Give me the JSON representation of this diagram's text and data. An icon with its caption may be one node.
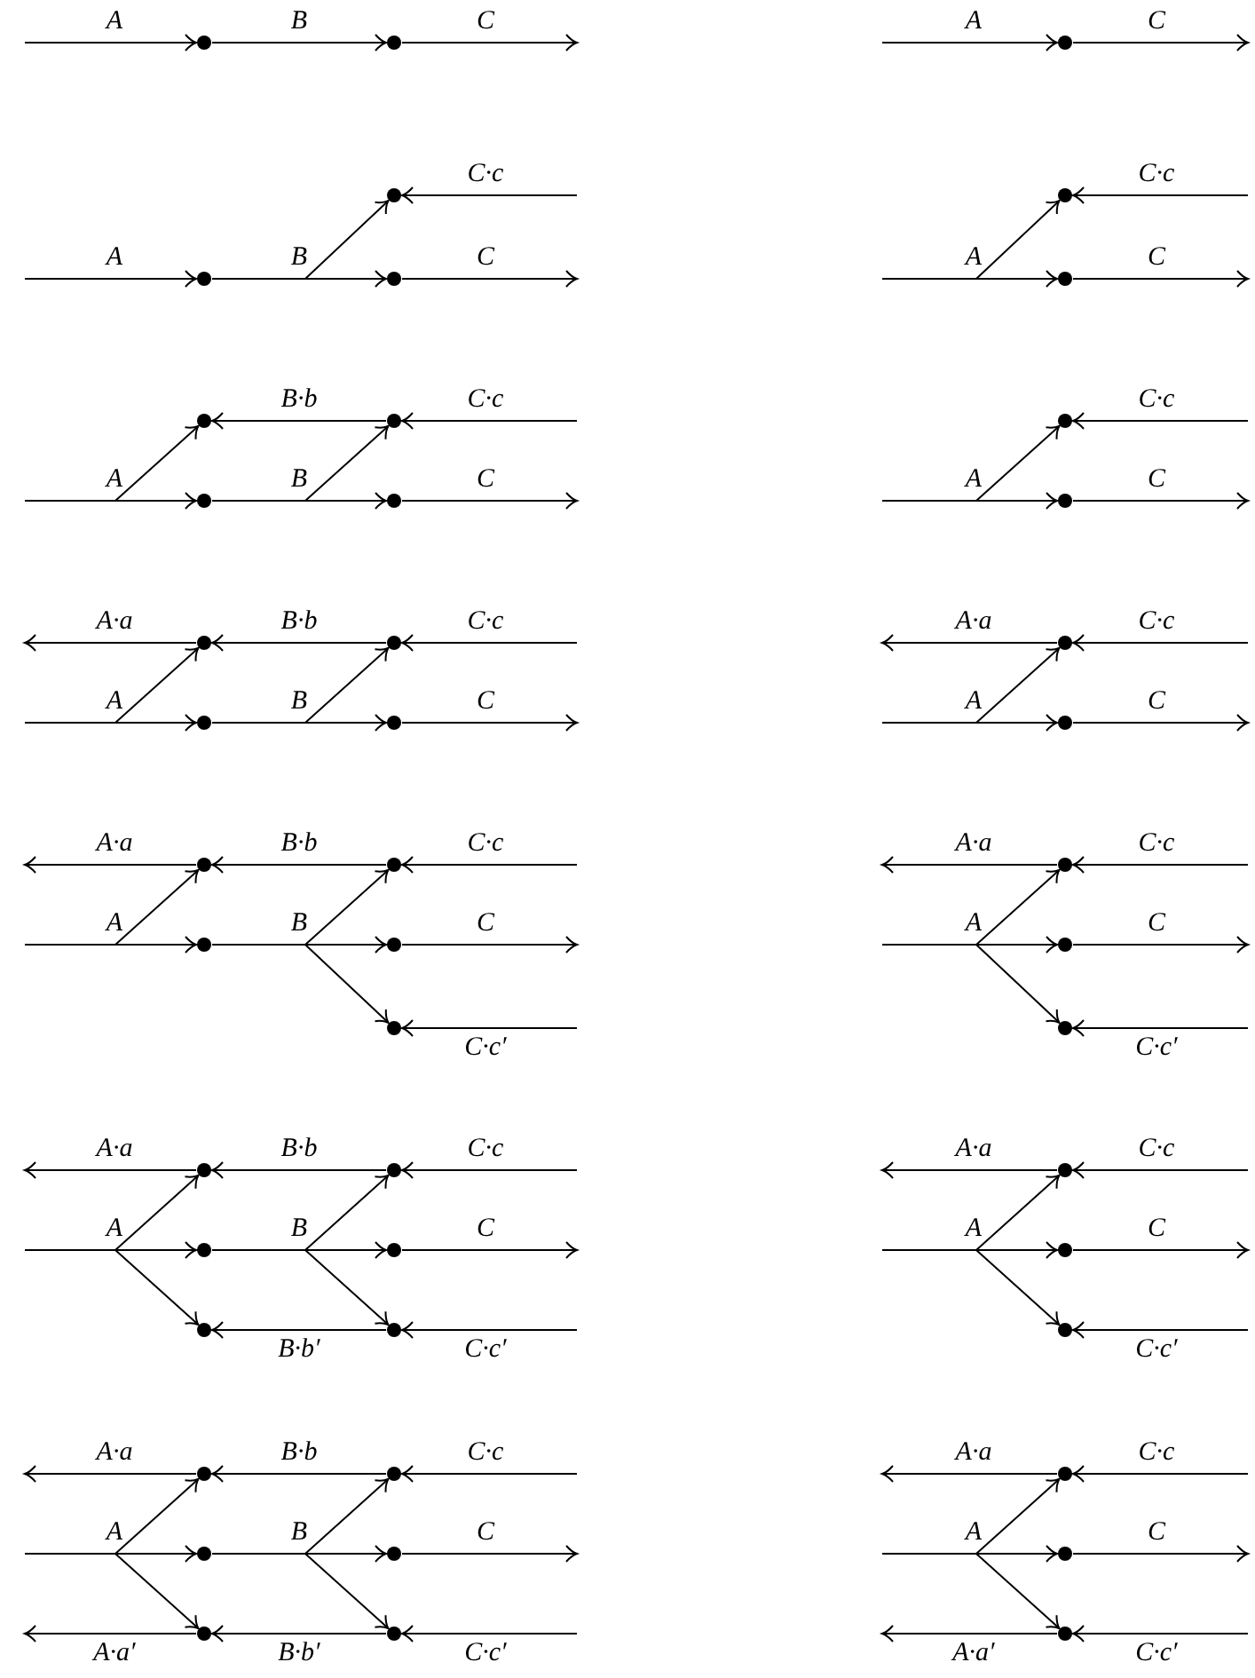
{
  "diagram": {
    "nodes": [
      {
        "text": [],
        "shape": "circle"
      },
      {
        "text": [],
        "shape": "circle"
      },
      {
        "text": [],
        "shape": "circle"
      },
      {
        "text": [],
        "shape": "circle"
      },
      {
        "text": [],
        "shape": "circle"
      },
      {
        "text": [],
        "shape": "circle"
      },
      {
        "text": [],
        "shape": "circle"
      },
      {
        "text": [],
        "shape": "circle"
      },
      {
        "text": [],
        "shape": "circle"
      },
      {
        "text": [],
        "shape": "circle"
      },
      {
        "text": [],
        "shape": "circle"
      },
      {
        "text": [],
        "shape": "circle"
      },
      {
        "text": [],
        "shape": "circle"
      },
      {
        "text": [],
        "shape": "circle"
      },
      {
        "text": [],
        "shape": "circle"
      },
      {
        "text": [],
        "shape": "circle"
      },
      {
        "text": [],
        "shape": "circle"
      },
      {
        "text": [],
        "shape": "circle"
      },
      {
        "text": [],
        "shape": "circle"
      },
      {
        "text": [],
        "shape": "circle"
      },
      {
        "text": [],
        "shape": "circle"
      },
      {
        "text": [],
        "shape": "circle"
      },
      {
        "text": [],
        "shape": "circle"
      },
      {
        "text": [],
        "shape": "circle"
      },
      {
        "text": [],
        "shape": "circle"
      },
      {
        "text": [],
        "shape": "circle"
      },
      {
        "text": [],
        "shape": "circle"
      },
      {
        "text": [],
        "shape": "circle"
      },
      {
        "text": [],
        "shape": "circle"
      },
      {
        "text": [],
        "shape": "circle"
      },
      {
        "text": [],
        "shape": "circle"
      },
      {
        "text": [],
        "shape": "circle"
      },
      {
        "text": [],
        "shape": "circle"
      },
      {
        "text": [],
        "shape": "circle"
      },
      {
        "text": [],
        "shape": "circle"
      },
      {
        "text": [],
        "shape": "circle"
      },
      {
        "text": [],
        "shape": "circle"
      },
      {
        "text": [],
        "shape": "circle"
      },
      {
        "text": [],
        "shape": "circle"
      },
      {
        "text": [],
        "shape": "circle"
      },
      {
        "text": [],
        "shape": "circle"
      },
      {
        "text": [],
        "shape": "circle"
      },
      {
        "text": [],
        "shape": "circle"
      },
      {
        "text": [],
        "shape": "circle"
      },
      {
        "text": [],
        "shape": "circle"
      },
      {
        "text": [],
        "shape": "circle"
      }
    ],
    "edges": [
      {
        "from": null,
        "to": 0,
        "arrow": "to",
        "label": "A"
      },
      {
        "from": 0,
        "to": 1,
        "arrow": "to",
        "label": "B"
      },
      {
        "from": 1,
        "to": null,
        "arrow": "to",
        "label": "C"
      },
      {
        "from": null,
        "to": 2,
        "arrow": "to",
        "label": "A"
      },
      {
        "from": 2,
        "to": null,
        "arrow": "to",
        "label": "C"
      },
      {
        "from": null,
        "to": 4,
        "arrow": "to",
        "label": "A"
      },
      {
        "from": 4,
        "to": 5,
        "arrow": "to",
        "label": "B"
      },
      {
        "from": 4,
        "to": 3,
        "arrow": "to"
      },
      {
        "from": null,
        "to": 3,
        "arrow": "to",
        "label": "C·c"
      },
      {
        "from": 5,
        "to": null,
        "arrow": "to",
        "label": "C"
      },
      {
        "from": null,
        "to": 7,
        "arrow": "to",
        "label": "A"
      },
      {
        "from": null,
        "to": 6,
        "arrow": "to"
      },
      {
        "from": null,
        "to": 6,
        "arrow": "to",
        "label": "C·c"
      },
      {
        "from": 7,
        "to": null,
        "arrow": "to",
        "label": "C"
      },
      {
        "from": null,
        "to": 10,
        "arrow": "to",
        "label": "A"
      },
      {
        "from": null,
        "to": 8,
        "arrow": "to"
      },
      {
        "from": 9,
        "to": 8,
        "arrow": "to",
        "label": "B·b"
      },
      {
        "from": 10,
        "to": 11,
        "arrow": "to",
        "label": "B"
      },
      {
        "from": 10,
        "to": 9,
        "arrow": "to"
      },
      {
        "from": null,
        "to": 9,
        "arrow": "to",
        "label": "C·c"
      },
      {
        "from": 11,
        "to": null,
        "arrow": "to",
        "label": "C"
      },
      {
        "from": null,
        "to": 13,
        "arrow": "to",
        "label": "A"
      },
      {
        "from": null,
        "to": 12,
        "arrow": "to"
      },
      {
        "from": null,
        "to": 12,
        "arrow": "to",
        "label": "C·c"
      },
      {
        "from": 13,
        "to": null,
        "arrow": "to",
        "label": "C"
      },
      {
        "from": 14,
        "to": null,
        "arrow": "to",
        "label": "A·a"
      },
      {
        "from": null,
        "to": 16,
        "arrow": "to",
        "label": "A"
      },
      {
        "from": null,
        "to": 14,
        "arrow": "to"
      },
      {
        "from": 15,
        "to": 14,
        "arrow": "to",
        "label": "B·b"
      },
      {
        "from": 16,
        "to": 17,
        "arrow": "to",
        "label": "B"
      },
      {
        "from": 16,
        "to": 15,
        "arrow": "to"
      },
      {
        "from": null,
        "to": 15,
        "arrow": "to",
        "label": "C·c"
      },
      {
        "from": 17,
        "to": null,
        "arrow": "to",
        "label": "C"
      },
      {
        "from": 18,
        "to": null,
        "arrow": "to",
        "label": "A·a"
      },
      {
        "from": null,
        "to": 19,
        "arrow": "to",
        "label": "A"
      },
      {
        "from": null,
        "to": 18,
        "arrow": "to"
      },
      {
        "from": null,
        "to": 18,
        "arrow": "to",
        "label": "C·c"
      },
      {
        "from": 19,
        "to": null,
        "arrow": "to",
        "label": "C"
      },
      {
        "from": 20,
        "to": null,
        "arrow": "to",
        "label": "A·a"
      },
      {
        "from": null,
        "to": 22,
        "arrow": "to",
        "label": "A"
      },
      {
        "from": null,
        "to": 20,
        "arrow": "to"
      },
      {
        "from": 21,
        "to": 20,
        "arrow": "to",
        "label": "B·b"
      },
      {
        "from": 22,
        "to": 23,
        "arrow": "to",
        "label": "B"
      },
      {
        "from": 22,
        "to": 21,
        "arrow": "to"
      },
      {
        "from": 22,
        "to": 24,
        "arrow": "to"
      },
      {
        "from": null,
        "to": 21,
        "arrow": "to",
        "label": "C·c"
      },
      {
        "from": 23,
        "to": null,
        "arrow": "to",
        "label": "C"
      },
      {
        "from": null,
        "to": 24,
        "arrow": "to",
        "label": "C·c′"
      },
      {
        "from": 25,
        "to": null,
        "arrow": "to",
        "label": "A·a"
      },
      {
        "from": null,
        "to": 26,
        "arrow": "to",
        "label": "A"
      },
      {
        "from": null,
        "to": 25,
        "arrow": "to"
      },
      {
        "from": null,
        "to": 27,
        "arrow": "to"
      },
      {
        "from": null,
        "to": 25,
        "arrow": "to",
        "label": "C·c"
      },
      {
        "from": 26,
        "to": null,
        "arrow": "to",
        "label": "C"
      },
      {
        "from": null,
        "to": 27,
        "arrow": "to",
        "label": "C·c′"
      },
      {
        "from": 28,
        "to": null,
        "arrow": "to",
        "label": "A·a"
      },
      {
        "from": null,
        "to": 30,
        "arrow": "to",
        "label": "A"
      },
      {
        "from": null,
        "to": 28,
        "arrow": "to"
      },
      {
        "from": null,
        "to": 32,
        "arrow": "to"
      },
      {
        "from": 29,
        "to": 28,
        "arrow": "to",
        "label": "B·b"
      },
      {
        "from": 30,
        "to": 31,
        "arrow": "to",
        "label": "B"
      },
      {
        "from": 30,
        "to": 29,
        "arrow": "to"
      },
      {
        "from": 30,
        "to": 33,
        "arrow": "to"
      },
      {
        "from": 33,
        "to": 32,
        "arrow": "to",
        "label": "B·b′"
      },
      {
        "from": null,
        "to": 29,
        "arrow": "to",
        "label": "C·c"
      },
      {
        "from": 31,
        "to": null,
        "arrow": "to",
        "label": "C"
      },
      {
        "from": null,
        "to": 33,
        "arrow": "to",
        "label": "C·c′"
      },
      {
        "from": 34,
        "to": null,
        "arrow": "to",
        "label": "A·a"
      },
      {
        "from": null,
        "to": 35,
        "arrow": "to",
        "label": "A"
      },
      {
        "from": null,
        "to": 34,
        "arrow": "to"
      },
      {
        "from": null,
        "to": 36,
        "arrow": "to"
      },
      {
        "from": null,
        "to": 34,
        "arrow": "to",
        "label": "C·c"
      },
      {
        "from": 35,
        "to": null,
        "arrow": "to",
        "label": "C"
      },
      {
        "from": null,
        "to": 36,
        "arrow": "to",
        "label": "C·c′"
      },
      {
        "from": 37,
        "to": null,
        "arrow": "to",
        "label": "A·a"
      },
      {
        "from": null,
        "to": 39,
        "arrow": "to",
        "label": "A"
      },
      {
        "from": null,
        "to": 37,
        "arrow": "to"
      },
      {
        "from": null,
        "to": 41,
        "arrow": "to"
      },
      {
        "from": 38,
        "to": 37,
        "arrow": "to",
        "label": "B·b"
      },
      {
        "from": 39,
        "to": 40,
        "arrow": "to",
        "label": "B"
      },
      {
        "from": 39,
        "to": 38,
        "arrow": "to"
      },
      {
        "from": 39,
        "to": 42,
        "arrow": "to"
      },
      {
        "from": 42,
        "to": 41,
        "arrow": "to",
        "label": "B·b′"
      },
      {
        "from": null,
        "to": 38,
        "arrow": "to",
        "label": "C·c"
      },
      {
        "from": 40,
        "to": null,
        "arrow": "to",
        "label": "C"
      },
      {
        "from": null,
        "to": 42,
        "arrow": "to",
        "label": "C·c′"
      },
      {
        "from": 41,
        "to": null,
        "arrow": "to",
        "label": "A·a′"
      },
      {
        "from": 43,
        "to": null,
        "arrow": "to",
        "label": "A·a"
      },
      {
        "from": null,
        "to": 44,
        "arrow": "to",
        "label": "A"
      },
      {
        "from": null,
        "to": 43,
        "arrow": "to"
      },
      {
        "from": null,
        "to": 45,
        "arrow": "to"
      },
      {
        "from": null,
        "to": 43,
        "arrow": "to",
        "label": "C·c"
      },
      {
        "from": 44,
        "to": null,
        "arrow": "to",
        "label": "C"
      },
      {
        "from": 45,
        "to": null,
        "arrow": "to",
        "label": "A·a′"
      },
      {
        "from": null,
        "to": 45,
        "arrow": "to",
        "label": "C·c′"
      }
    ]
  }
}
